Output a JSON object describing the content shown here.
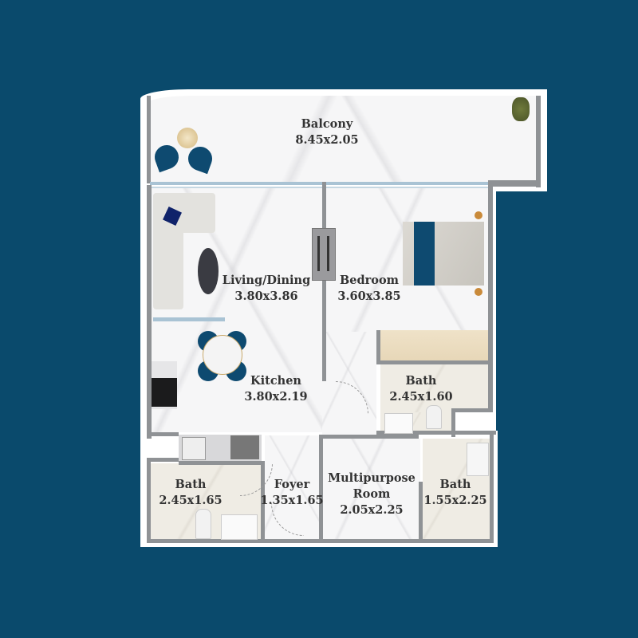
{
  "background_color": "#0a4a6c",
  "accent_color": "#0e4a70",
  "rooms": [
    {
      "id": "balcony",
      "name": "Balcony",
      "dimensions": "8.45x2.05"
    },
    {
      "id": "living",
      "name": "Living/Dining",
      "dimensions": "3.80x3.86"
    },
    {
      "id": "bedroom",
      "name": "Bedroom",
      "dimensions": "3.60x3.85"
    },
    {
      "id": "kitchen",
      "name": "Kitchen",
      "dimensions": "3.80x2.19"
    },
    {
      "id": "bath1",
      "name": "Bath",
      "dimensions": "2.45x1.60"
    },
    {
      "id": "bath2",
      "name": "Bath",
      "dimensions": "2.45x1.65"
    },
    {
      "id": "foyer",
      "name": "Foyer",
      "dimensions": "1.35x1.65"
    },
    {
      "id": "multipurpose",
      "name": "Multipurpose",
      "name_line2": "Room",
      "dimensions": "2.05x2.25"
    },
    {
      "id": "bath3",
      "name": "Bath",
      "dimensions": "1.55x2.25"
    }
  ]
}
